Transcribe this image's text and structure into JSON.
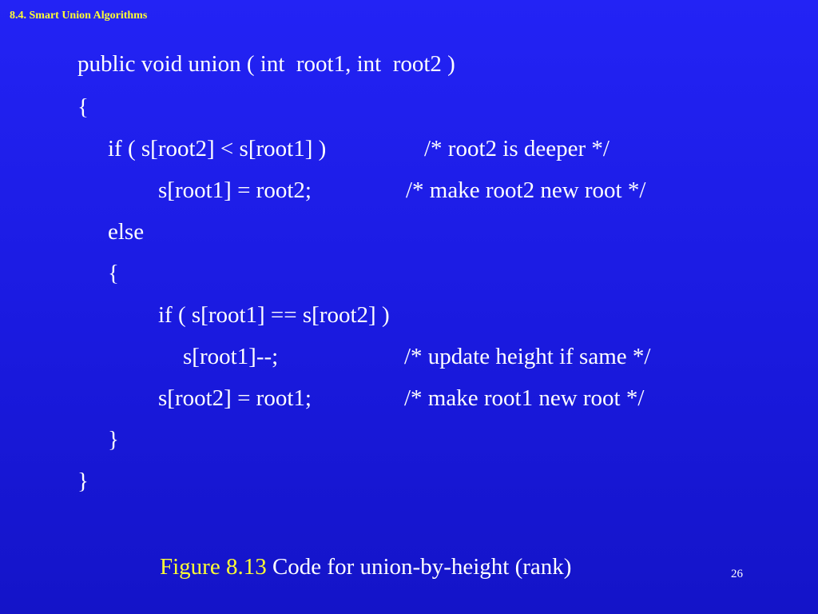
{
  "slide": {
    "title": "8.4. Smart Union Algorithms",
    "page_number": "26"
  },
  "code": {
    "lines": [
      "public void union ( int  root1, int  root2 )",
      "{",
      "if ( s[root2] < s[root1] )",
      "s[root1] = root2;",
      "else",
      "{",
      "if ( s[root1] == s[root2] )",
      "s[root1]--;",
      "s[root2] = root1;",
      "}",
      "}"
    ],
    "comments": {
      "deeper": "/* root2 is deeper */",
      "make_root2": "/* make root2 new root */",
      "update_height": "/* update height if same */",
      "make_root1": "/* make root1 new root */"
    }
  },
  "caption": {
    "label": "Figure 8.13",
    "text": "Code for union-by-height (rank)"
  },
  "colors": {
    "background": "#1a1adf",
    "title": "#ffff33",
    "figure_label": "#ffff33",
    "text": "#ffffff"
  }
}
